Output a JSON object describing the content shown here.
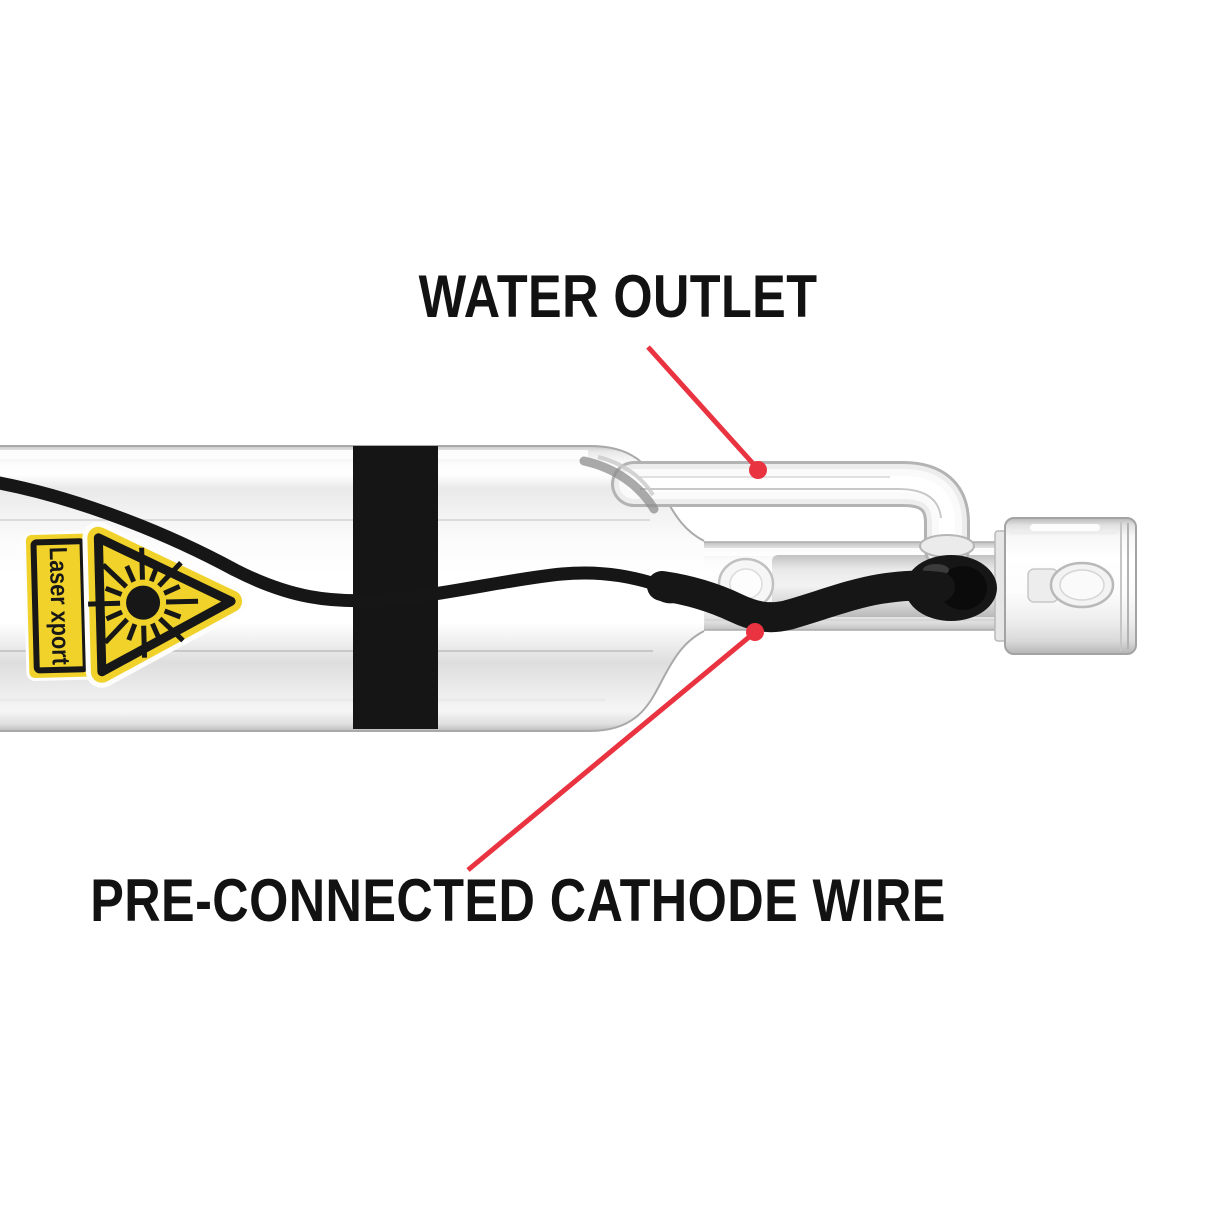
{
  "annotations": [
    {
      "label": "WATER OUTLET",
      "target": "water-outlet-pipe"
    },
    {
      "label": "PRE-CONNECTED CATHODE WIRE",
      "target": "cathode-wire"
    }
  ],
  "sticker": {
    "text": "Laser xport",
    "icon": "laser-hazard-icon",
    "color": "#f0d22b",
    "border_color": "#171717"
  },
  "colors": {
    "leader_red": "#ea3340",
    "wire_black": "#161616",
    "band_black": "#151515",
    "label_text": "#121212",
    "background": "#ffffff"
  }
}
